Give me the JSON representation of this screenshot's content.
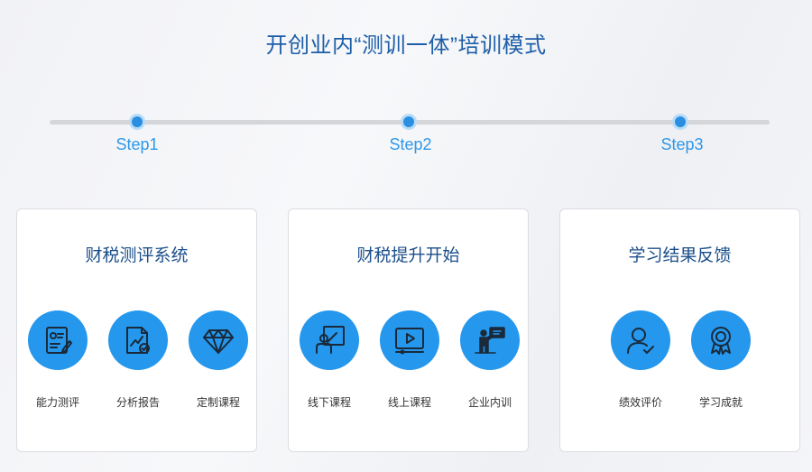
{
  "title": "开创业内“测训一体”培训模式",
  "steps": [
    {
      "label": "Step1"
    },
    {
      "label": "Step2"
    },
    {
      "label": "Step3"
    }
  ],
  "cards": [
    {
      "title": "财税测评系统",
      "items": [
        {
          "label": "能力测评",
          "icon": "assessment-form-icon"
        },
        {
          "label": "分析报告",
          "icon": "analysis-report-icon"
        },
        {
          "label": "定制课程",
          "icon": "diamond-icon"
        }
      ]
    },
    {
      "title": "财税提升开始",
      "items": [
        {
          "label": "线下课程",
          "icon": "classroom-teacher-icon"
        },
        {
          "label": "线上课程",
          "icon": "video-play-icon"
        },
        {
          "label": "企业内训",
          "icon": "presentation-icon"
        }
      ]
    },
    {
      "title": "学习结果反馈",
      "items": [
        {
          "label": "绩效评价",
          "icon": "user-check-icon"
        },
        {
          "label": "学习成就",
          "icon": "award-medal-icon"
        }
      ]
    }
  ],
  "colors": {
    "accent": "#2597ec",
    "title": "#1d5ea8",
    "step": "#2f98e8"
  }
}
